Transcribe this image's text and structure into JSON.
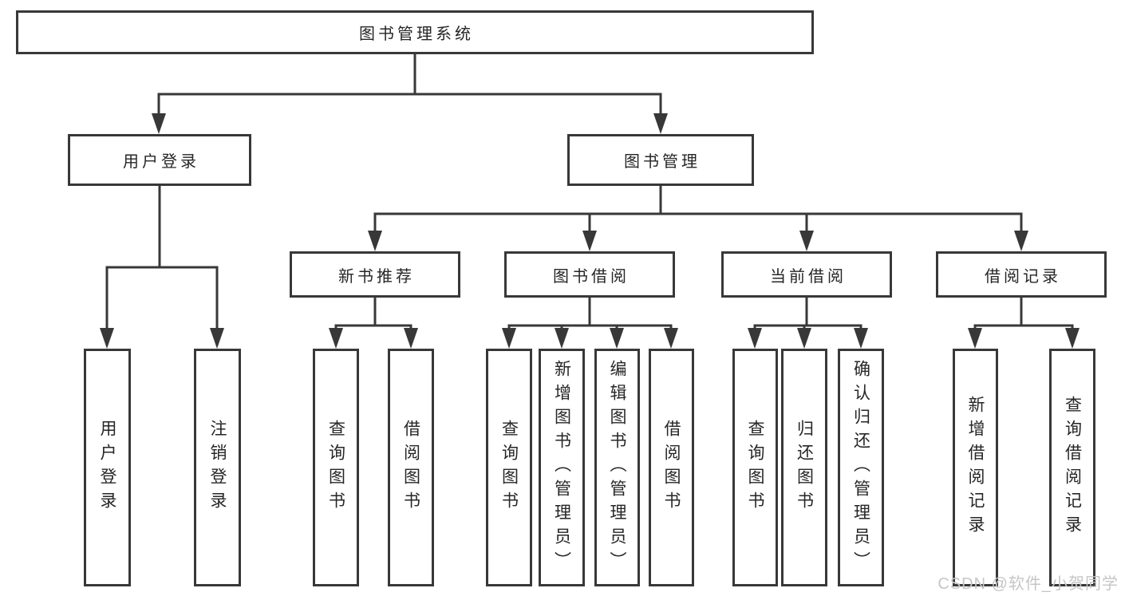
{
  "tree": {
    "label": "图书管理系统",
    "children": [
      {
        "label": "用户登录",
        "children": [
          {
            "label": "用户登录"
          },
          {
            "label": "注销登录"
          }
        ]
      },
      {
        "label": "图书管理",
        "children": [
          {
            "label": "新书推荐",
            "children": [
              {
                "label": "查询图书"
              },
              {
                "label": "借阅图书"
              }
            ]
          },
          {
            "label": "图书借阅",
            "children": [
              {
                "label": "查询图书"
              },
              {
                "label": "新增图书（管理员）"
              },
              {
                "label": "编辑图书（管理员）"
              },
              {
                "label": "借阅图书"
              }
            ]
          },
          {
            "label": "当前借阅",
            "children": [
              {
                "label": "查询图书"
              },
              {
                "label": "归还图书"
              },
              {
                "label": "确认归还（管理员）"
              }
            ]
          },
          {
            "label": "借阅记录",
            "children": [
              {
                "label": "新增借阅记录"
              },
              {
                "label": "查询借阅记录"
              }
            ]
          }
        ]
      }
    ]
  },
  "watermark": {
    "text": "CSDN @软件_小贺同学"
  },
  "colors": {
    "line": "#383838",
    "text": "#262626",
    "watermark": "#c6c6c6",
    "background": "#ffffff"
  }
}
